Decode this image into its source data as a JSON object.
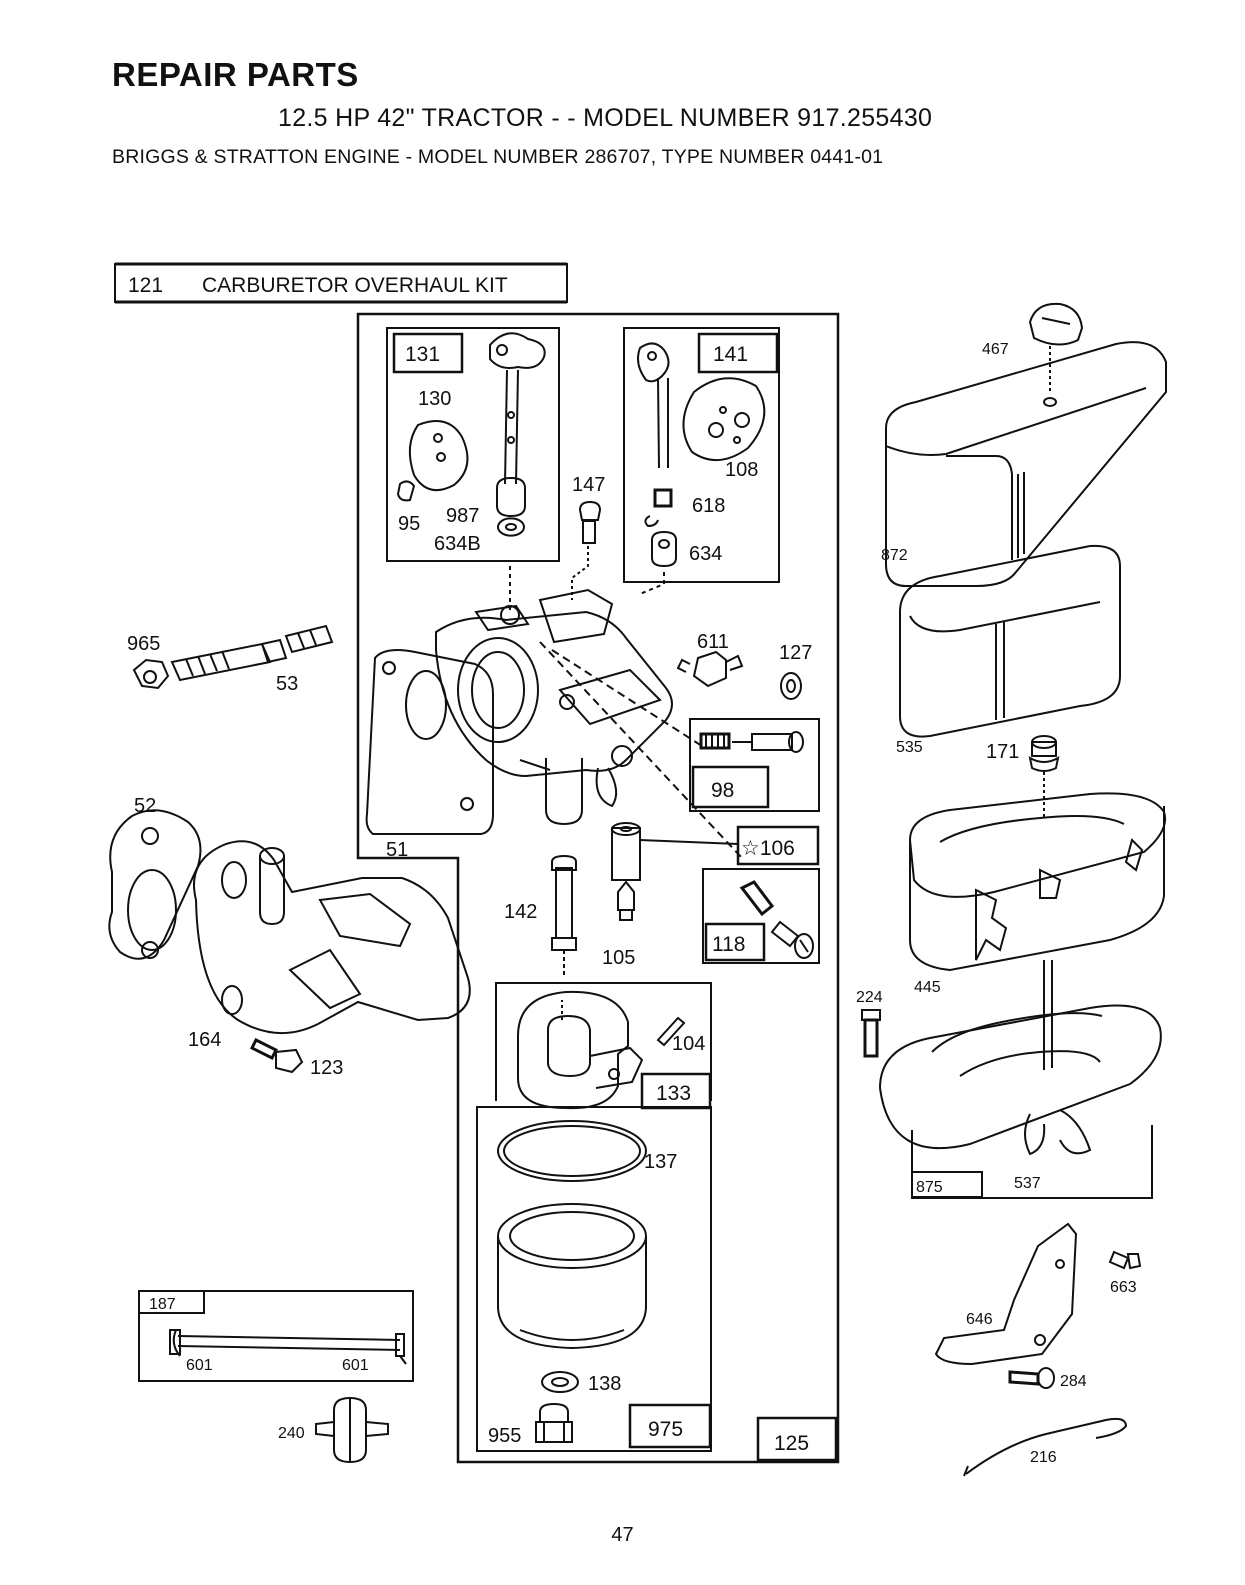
{
  "header": {
    "title": "REPAIR PARTS",
    "subtitle": "12.5 HP 42\" TRACTOR - - MODEL NUMBER 917.255430",
    "engine_line": "BRIGGS & STRATTON ENGINE - MODEL NUMBER 286707, TYPE NUMBER 0441-01"
  },
  "kit": {
    "number": "121",
    "label": "CARBURETOR OVERHAUL KIT"
  },
  "callouts": {
    "p131": "131",
    "p130": "130",
    "p95": "95",
    "p987": "987",
    "p634B": "634B",
    "p147": "147",
    "p141": "141",
    "p108": "108",
    "p618": "618",
    "p634": "634",
    "p611": "611",
    "p127": "127",
    "p98": "98",
    "p106": "☆106",
    "p118": "118",
    "p51": "51",
    "p142": "142",
    "p105": "105",
    "p104": "104",
    "p133": "133",
    "p137": "137",
    "p138": "138",
    "p955": "955",
    "p975": "975",
    "p125": "125",
    "p965": "965",
    "p53": "53",
    "p52": "52",
    "p164": "164",
    "p123": "123",
    "p187": "187",
    "p601a": "601",
    "p601b": "601",
    "p240": "240",
    "p467": "467",
    "p872": "872",
    "p535": "535",
    "p171": "171",
    "p445": "445",
    "p224": "224",
    "p875": "875",
    "p537": "537",
    "p663": "663",
    "p646": "646",
    "p284": "284",
    "p216": "216"
  },
  "icons": [
    "carburetor-body-icon",
    "throttle-shaft-icon",
    "choke-shaft-icon",
    "air-filter-cover-icon",
    "pre-cleaner-icon",
    "air-filter-icon",
    "air-filter-base-icon",
    "intake-elbow-icon",
    "gasket-icon",
    "fuel-filter-icon",
    "fuel-line-icon",
    "float-bowl-icon",
    "float-icon"
  ],
  "page_number": "47"
}
